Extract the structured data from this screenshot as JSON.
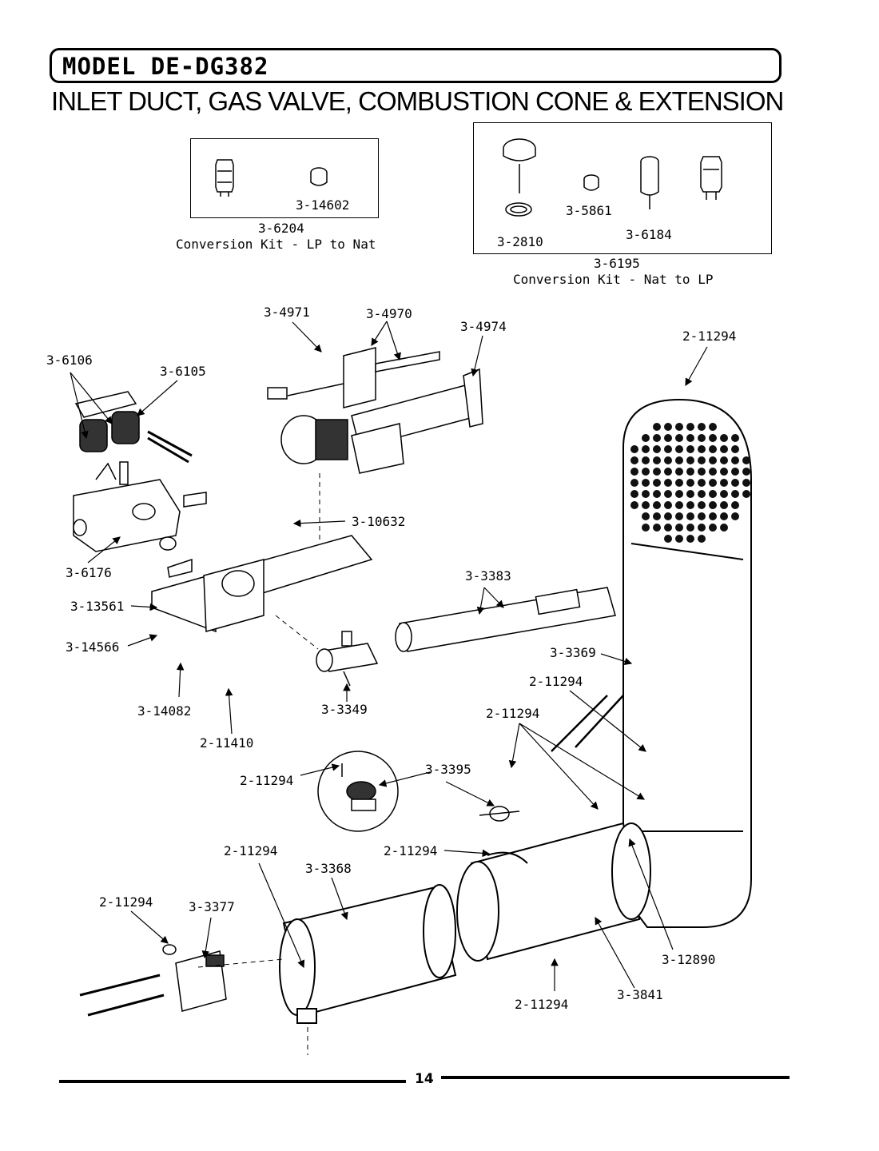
{
  "header": {
    "model": "MODEL DE-DG382",
    "subtitle": "INLET DUCT, GAS VALVE, COMBUSTION CONE & EXTENSION"
  },
  "kit_lp_to_nat": {
    "part_inside": "3-14602",
    "kit_number": "3-6204",
    "caption": "Conversion Kit - LP to Nat"
  },
  "kit_nat_to_lp": {
    "parts_inside": [
      "3-5861",
      "3-2810",
      "3-6184"
    ],
    "kit_number": "3-6195",
    "caption": "Conversion Kit - Nat to LP"
  },
  "callouts": {
    "p4971": "3-4971",
    "p4970": "3-4970",
    "p4974": "3-4974",
    "p11294_top": "2-11294",
    "p6106": "3-6106",
    "p6105": "3-6105",
    "p10632": "3-10632",
    "p6176": "3-6176",
    "p3383": "3-3383",
    "p13561": "3-13561",
    "p14566": "3-14566",
    "p3369": "3-3369",
    "p11294_b": "2-11294",
    "p11294_c": "2-11294",
    "p14082": "3-14082",
    "p3349": "3-3349",
    "p11410": "2-11410",
    "p11294_d": "2-11294",
    "p3395": "3-3395",
    "p11294_e": "2-11294",
    "p11294_f": "2-11294",
    "p3368": "3-3368",
    "p11294_g": "2-11294",
    "p3377": "3-3377",
    "p12890": "3-12890",
    "p3841": "3-3841",
    "p11294_h": "2-11294"
  },
  "footer": {
    "page_number": "14"
  }
}
